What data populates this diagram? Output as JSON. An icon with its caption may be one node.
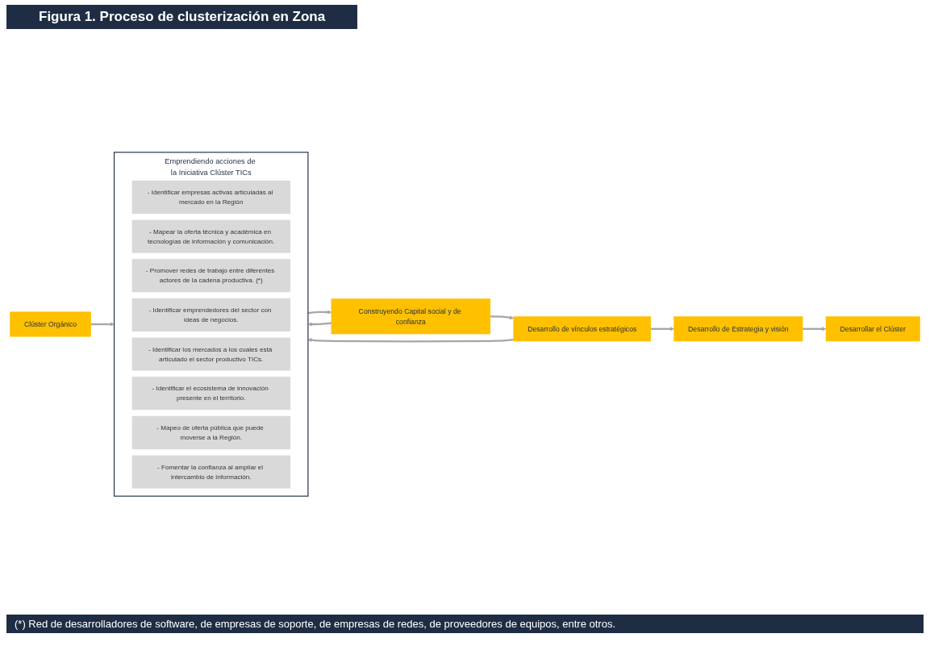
{
  "diagram": {
    "title": "Figura 1. Proceso de clusterización en Zona",
    "caption": "(*) Red de desarrolladores de software, de empresas de soporte, de empresas de redes, de proveedores de equipos, entre otros.",
    "nodes": [
      {
        "text": [
          "Clúster Orgánico"
        ]
      },
      {
        "text": [
          "Emprendiendo acciones de la Iniciativa Clúster TICs"
        ]
      },
      {
        "text": [
          "- Identificar empresas activas articuladas al mercado en la Región"
        ],
        "in": 1
      },
      {
        "text": [
          "- Mapear la oferta técnica y académica en tecnologías de información y comunicación."
        ],
        "in": 1
      },
      {
        "text": [
          "- Promover redes de trabajo entre diferentes actores de la cadena productiva. (*)"
        ],
        "in": 1
      },
      {
        "text": [
          "- Identificar emprendedores del sector con ideas de negocios."
        ],
        "in": 1
      },
      {
        "text": [
          "- Identificar los mercados a los cuales está articulado el sector productivo TICs."
        ],
        "in": 1
      },
      {
        "text": [
          "- Identificar el ecosistema de innovación presente en el territorio."
        ],
        "in": 1
      },
      {
        "text": [
          "- Mapeo de oferta pública que puede moverse a la Región."
        ],
        "in": 1
      },
      {
        "text": [
          "- Fomentar la confianza al ampliar el intercambio de información."
        ],
        "in": 1
      },
      {
        "text": [
          "Construyendo Capital social y de confianza"
        ]
      },
      {
        "text": [
          "Desarrollo de vínculos estratégicos"
        ]
      },
      {
        "text": [
          "Desarrollo de Estrategia y visión"
        ]
      },
      {
        "text": [
          "Desarrollar el Clúster"
        ]
      }
    ],
    "edges": [
      {
        "from": 0,
        "to": 1,
        "arrow": "to"
      },
      {
        "from": 1,
        "to": 10,
        "arrow": "to"
      },
      {
        "from": 10,
        "to": 11,
        "arrow": "to"
      },
      {
        "from": 11,
        "to": 12,
        "arrow": "to"
      },
      {
        "from": 12,
        "to": 13,
        "arrow": "to"
      },
      {
        "from": 10,
        "to": 1,
        "arrow": "to"
      },
      {
        "from": 11,
        "to": 1,
        "arrow": "to"
      }
    ]
  }
}
